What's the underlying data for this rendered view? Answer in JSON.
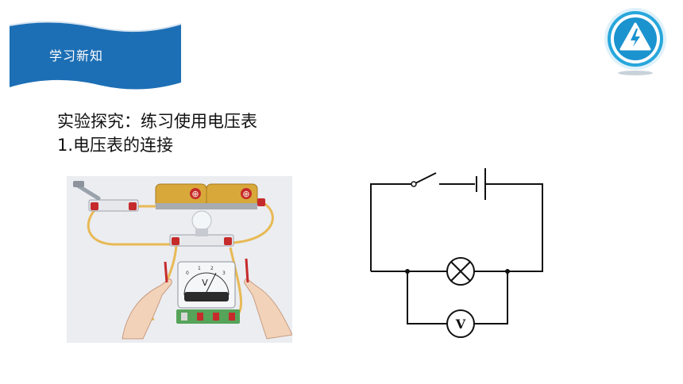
{
  "header": {
    "section_label": "学习新知",
    "accent_color": "#1d6fb5",
    "logo_icon": "lightning-warning-icon"
  },
  "content": {
    "heading": "实验探究：练习使用电压表",
    "subheading": "1.电压表的连接"
  },
  "photo": {
    "battery_symbol": "⊕",
    "meter_unit": "V",
    "meter_scale": [
      "0",
      "1",
      "2",
      "3"
    ]
  },
  "circuit": {
    "meter_label": "V",
    "icons": [
      "switch-symbol",
      "battery-symbol",
      "lamp-symbol",
      "voltmeter-symbol"
    ]
  }
}
